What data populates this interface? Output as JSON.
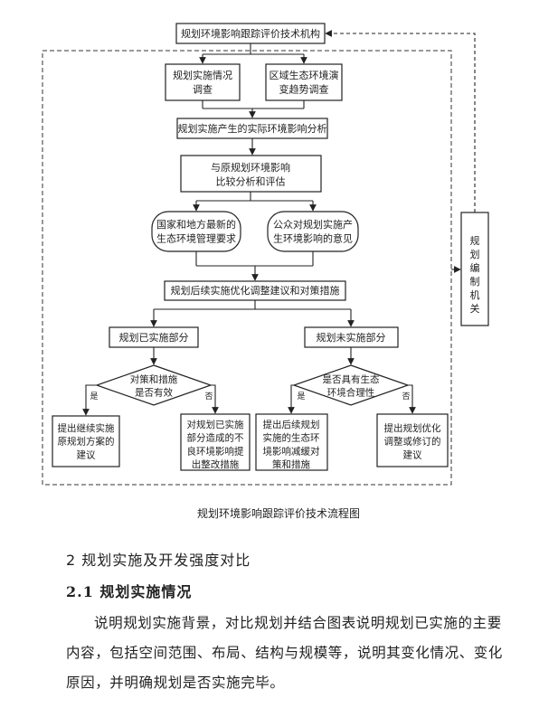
{
  "flowchart": {
    "top_box": "规划环境影响跟踪评价技术机构",
    "survey_plan": "规划实施情况|调查",
    "survey_region": "区域生态环境演|变趋势调查",
    "actual_impact": "规划实施产生的实际环境影响分析",
    "compare": "与原规划环境影响|比较分析和评估",
    "national_req": "国家和地方最新的|生态环境管理要求",
    "public_opinion": "公众对规划实施产|生环境影响的意见",
    "suggestions": "规划后续实施优化调整建议和对策措施",
    "implemented": "规划已实施部分",
    "not_implemented": "规划未实施部分",
    "decision_left": "对策和措施|是否有效",
    "decision_right": "是否具有生态|环境合理性",
    "yes_label": "是",
    "no_label": "否",
    "outcome_1": "提出继续实施|原规划方案的|建议",
    "outcome_2": "对规划已实施|部分造成的不|良环境影响提|出整改措施",
    "outcome_3": "提出后续规划|实施的生态环|境影响减缓对|策和措施",
    "outcome_4": "提出规划优化|调整或修订的|建议",
    "side_box": "规划编制机关"
  },
  "caption": "规划环境影响跟踪评价技术流程图",
  "section_heading": "2 规划实施及开发强度对比",
  "subsection_heading": "2.1 规划实施情况",
  "paragraph": "说明规划实施背景，对比规划并结合图表说明规划已实施的主要内容，包括空间范围、布局、结构与规模等，说明其变化情况、变化原因，并明确规划是否实施完毕。"
}
